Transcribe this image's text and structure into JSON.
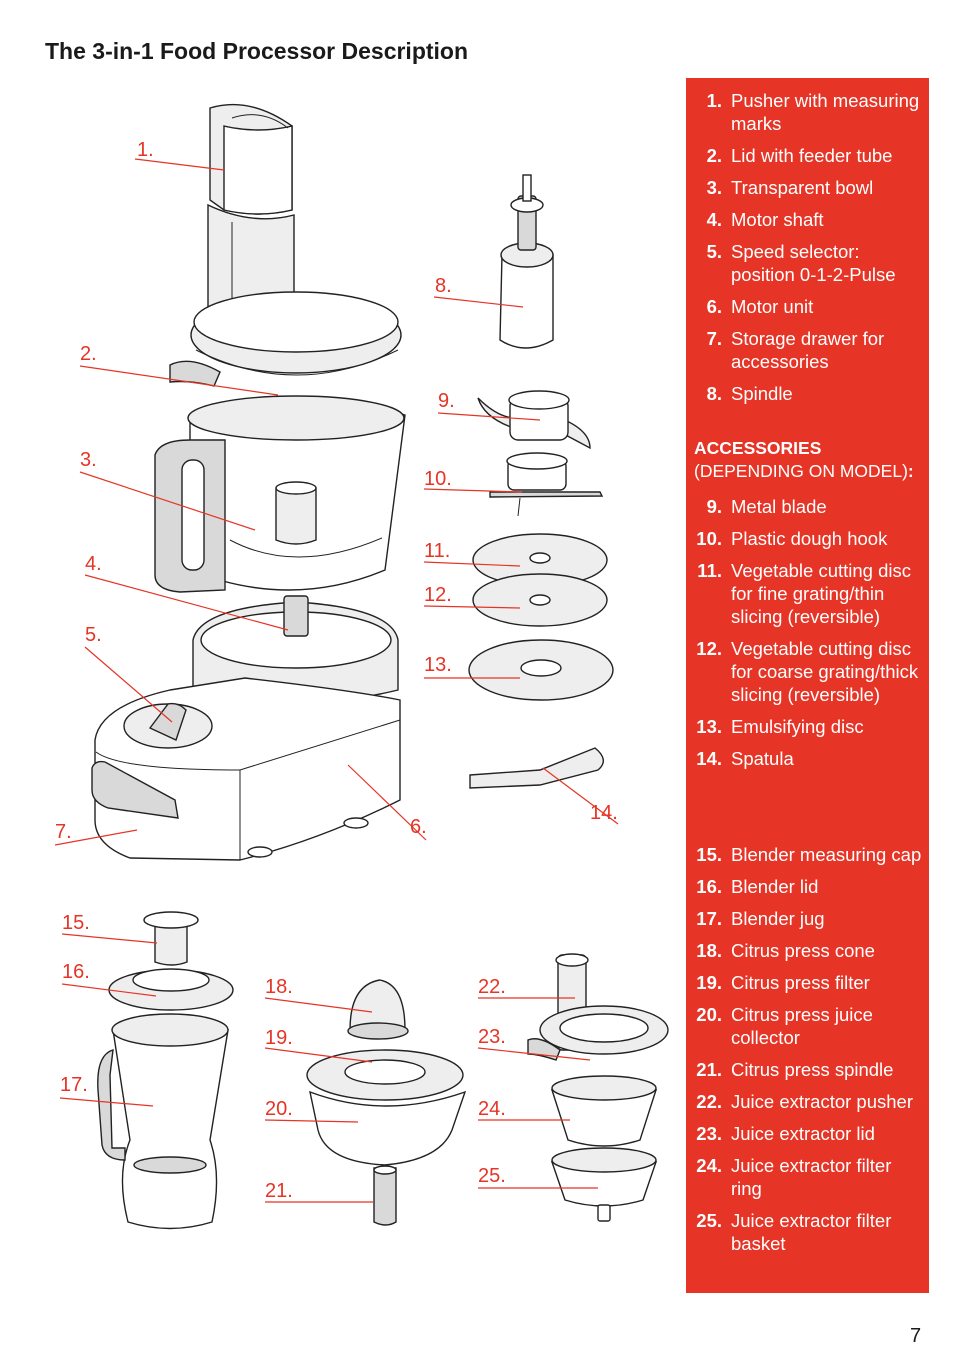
{
  "title": "The 3-in-1 Food Processor Description",
  "page_number": "7",
  "callouts": [
    "1.",
    "2.",
    "3.",
    "4.",
    "5.",
    "6.",
    "7.",
    "8.",
    "9.",
    "10.",
    "11.",
    "12.",
    "13.",
    "14.",
    "15.",
    "16.",
    "17.",
    "18.",
    "19.",
    "20.",
    "21.",
    "22.",
    "23.",
    "24.",
    "25."
  ],
  "parts": [
    {
      "num": "1.",
      "name": "Pusher with measuring marks"
    },
    {
      "num": "2.",
      "name": "Lid with feeder tube"
    },
    {
      "num": "3.",
      "name": "Transparent bowl"
    },
    {
      "num": "4.",
      "name": "Motor shaft"
    },
    {
      "num": "5.",
      "name": "Speed selector: position 0-1-2-Pulse"
    },
    {
      "num": "6.",
      "name": "Motor unit"
    },
    {
      "num": "7.",
      "name": "Storage drawer for accessories"
    },
    {
      "num": "8.",
      "name": "Spindle"
    }
  ],
  "accessories": {
    "title": "ACCESSORIES",
    "subtitle": "(DEPENDING ON MODEL)",
    "colon": ":",
    "items": [
      {
        "num": "9.",
        "name": "Metal blade"
      },
      {
        "num": "10.",
        "name": "Plastic dough hook"
      },
      {
        "num": "11.",
        "name": "Vegetable cutting disc for fine grating/thin slicing (reversible)"
      },
      {
        "num": "12.",
        "name": "Vegetable cutting disc for coarse grating/thick slicing (reversible)"
      },
      {
        "num": "13.",
        "name": "Emulsifying disc"
      },
      {
        "num": "14.",
        "name": "Spatula"
      }
    ]
  },
  "more_parts": [
    {
      "num": "15.",
      "name": "Blender measuring cap"
    },
    {
      "num": "16.",
      "name": "Blender lid"
    },
    {
      "num": "17.",
      "name": "Blender jug"
    },
    {
      "num": "18.",
      "name": "Citrus press cone"
    },
    {
      "num": "19.",
      "name": "Citrus press filter"
    },
    {
      "num": "20.",
      "name": "Citrus press juice collector"
    },
    {
      "num": "21.",
      "name": "Citrus press spindle"
    },
    {
      "num": "22.",
      "name": "Juice extractor pusher"
    },
    {
      "num": "23.",
      "name": "Juice extractor lid"
    },
    {
      "num": "24.",
      "name": "Juice extractor filter ring"
    },
    {
      "num": "25.",
      "name": "Juice extractor filter basket"
    }
  ],
  "colors": {
    "accent": "#e63426",
    "panel_text": "#ffffff",
    "ink": "#1a1a1a"
  }
}
